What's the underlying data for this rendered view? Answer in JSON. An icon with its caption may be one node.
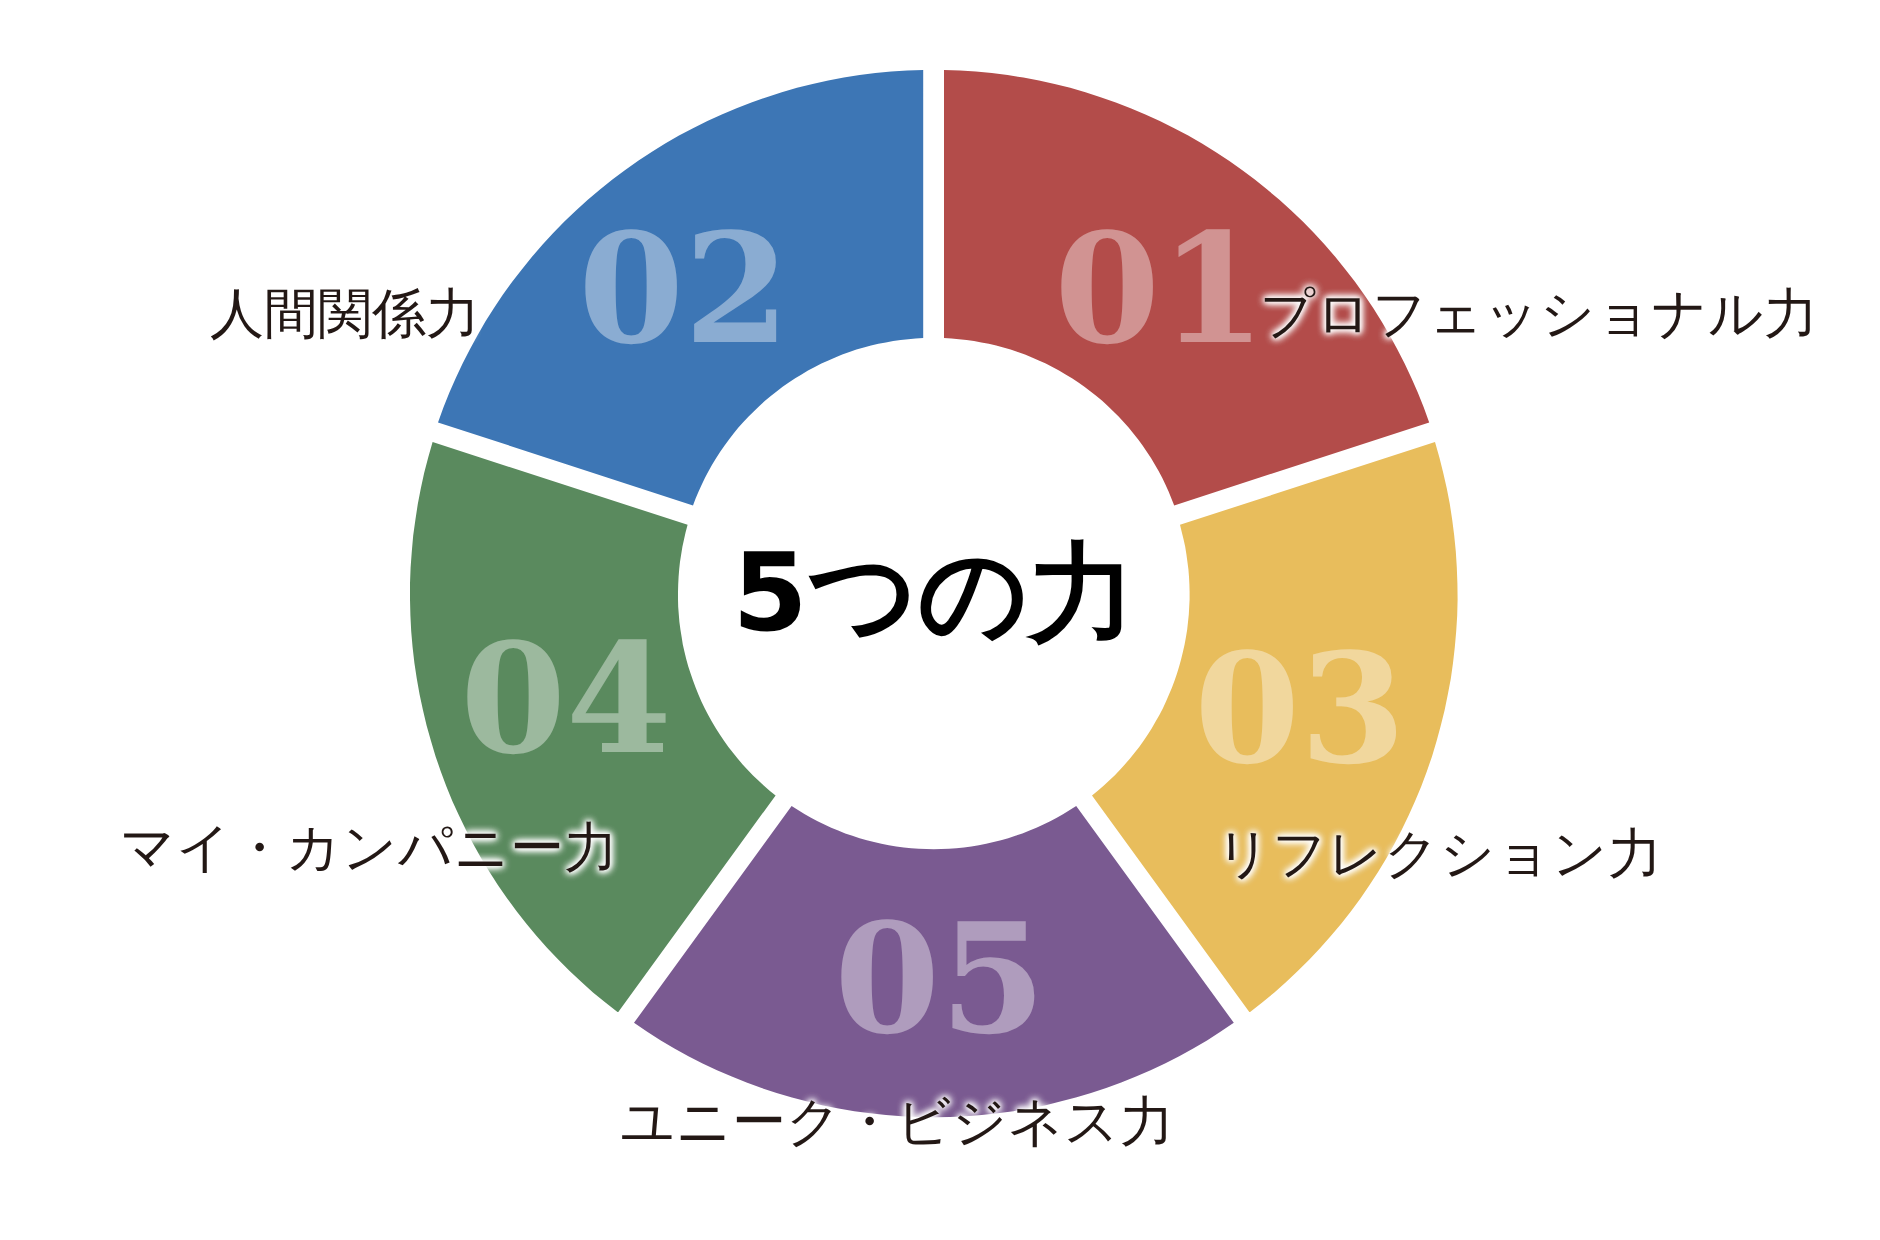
{
  "diagram": {
    "nodes": [
      {
        "text": [
          "5つの力"
        ]
      },
      {
        "text": [
          "01"
        ],
        "beside": [
          "プロフェッショナル力"
        ]
      },
      {
        "text": [
          "02"
        ],
        "beside": [
          "人間関係力"
        ]
      },
      {
        "text": [
          "03"
        ],
        "beside": [
          "リフレクション力"
        ]
      },
      {
        "text": [
          "04"
        ],
        "beside": [
          "マイ・カンパニー力"
        ]
      },
      {
        "text": [
          "05"
        ],
        "beside": [
          "ユニーク・ビジネス力"
        ]
      }
    ]
  }
}
